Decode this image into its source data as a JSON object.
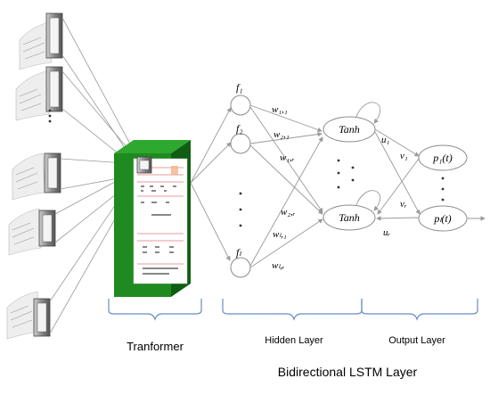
{
  "diagram": {
    "transformer_label": "Tranformer",
    "hidden_layer_label": "Hidden Layer",
    "output_layer_label": "Output Layer",
    "bilstm_label": "Bidirectional LSTM Layer",
    "features": {
      "f1": "f₁",
      "f2": "f₂",
      "fL": "fₗ"
    },
    "weights": {
      "w11": "w₁,₁",
      "w21": "w₂,₁",
      "w1r": "w₁,ᵣ",
      "w2r": "w₂,ᵣ",
      "wL1": "wₗ,₁",
      "wLr": "wₗ,ᵣ",
      "u1": "u₁",
      "ur": "uᵣ",
      "v1": "v₁",
      "vr": "vᵣ"
    },
    "tanh_top": "Tanh",
    "tanh_bottom": "Tanh",
    "output_top": "p₁(t)",
    "output_bottom": "pₗ(t)",
    "colors": {
      "transformer_front": "#1f8a1f",
      "transformer_side": "#0f5e12",
      "transformer_top": "#2ea82e",
      "line": "#9a9a9a",
      "brace": "#6a8cc8",
      "node_border": "#8c8c8c"
    }
  }
}
